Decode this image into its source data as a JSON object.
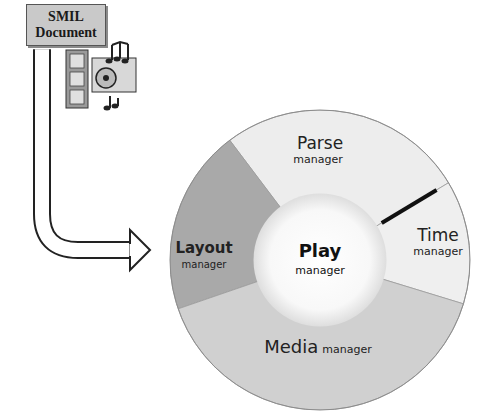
{
  "diagram": {
    "nodes": [
      {
        "text": [
          "SMIL Document"
        ]
      },
      {
        "text": [
          "Parse",
          "manager"
        ]
      },
      {
        "text": [
          "Layout",
          "manager"
        ]
      },
      {
        "text": [
          "Play",
          "manager"
        ]
      },
      {
        "text": [
          "Time",
          "manager"
        ]
      },
      {
        "text": [
          "Media",
          "manager"
        ]
      }
    ],
    "edges": [
      {
        "from": 0,
        "to": 2,
        "arrow": "to"
      }
    ]
  }
}
